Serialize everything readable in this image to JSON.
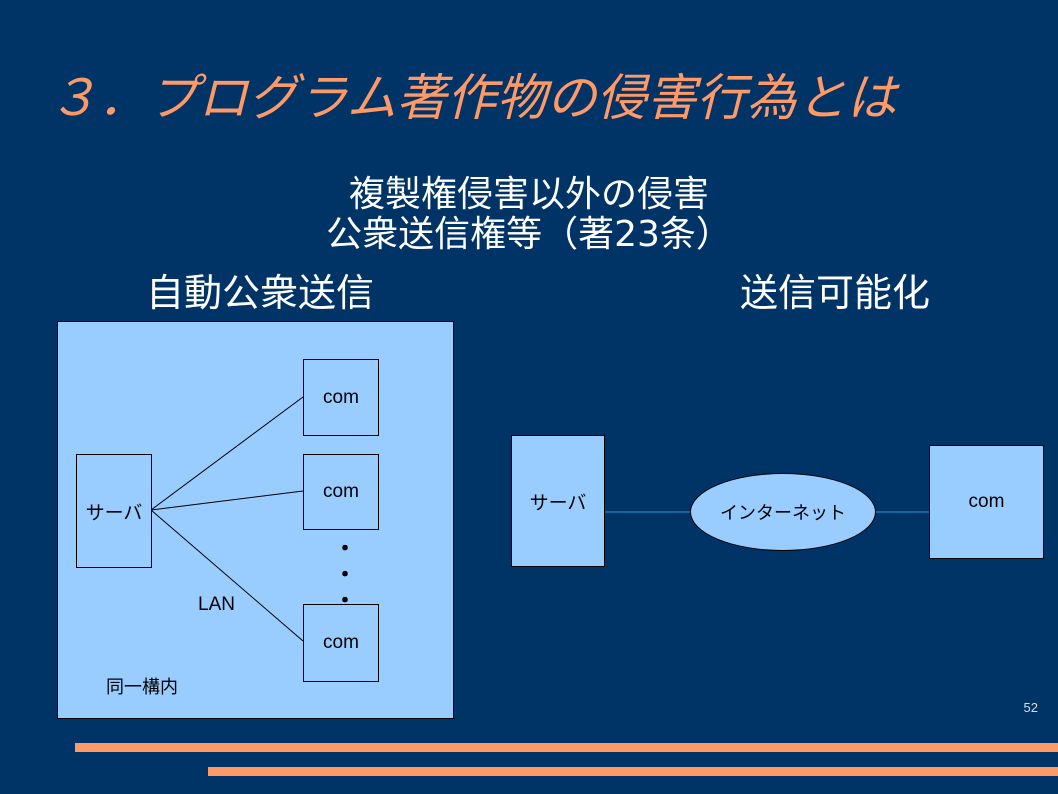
{
  "title": "３．プログラム著作物の侵害行為とは",
  "subtitle_line1": "複製権侵害以外の侵害",
  "subtitle_line2": "公衆送信権等（著23条）",
  "left_heading": "自動公衆送信",
  "right_heading": "送信可能化",
  "left_diagram": {
    "server_label": "サーバ",
    "com_labels": [
      "com",
      "com",
      "com"
    ],
    "lan_label": "LAN",
    "premises_label": "同一構内",
    "dots": "・"
  },
  "right_diagram": {
    "server_label": "サーバ",
    "internet_label": "インターネット",
    "com_label": "com"
  },
  "page_number": "52",
  "colors": {
    "background": "#003366",
    "title": "#ff9966",
    "box_fill": "#99ccff",
    "accent_bar": "#ff9966",
    "connector": "#3399cc"
  }
}
